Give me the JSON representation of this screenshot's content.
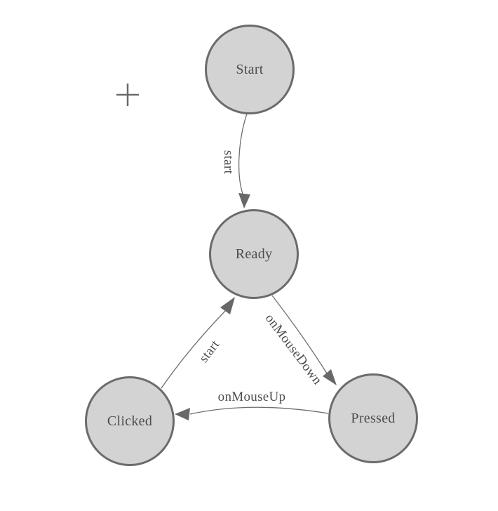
{
  "diagram": {
    "nodes": [
      {
        "id": "start",
        "label": "Start"
      },
      {
        "id": "ready",
        "label": "Ready"
      },
      {
        "id": "clicked",
        "label": "Clicked"
      },
      {
        "id": "pressed",
        "label": "Pressed"
      }
    ],
    "edges": [
      {
        "label": "start",
        "from": "Start",
        "to": "Ready"
      },
      {
        "label": "onMouseDown",
        "from": "Ready",
        "to": "Pressed"
      },
      {
        "label": "onMouseUp",
        "from": "Pressed",
        "to": "Clicked"
      },
      {
        "label": "start",
        "from": "Clicked",
        "to": "Ready"
      }
    ],
    "icons": {
      "crosshair": "plus-icon"
    },
    "colors": {
      "background": "#ffffff",
      "node_fill": "#d3d3d3",
      "node_border": "#6b6b6b",
      "edge_line": "#6e6e6e",
      "arrowhead": "#686868",
      "label_text": "#4d4d4d"
    }
  }
}
